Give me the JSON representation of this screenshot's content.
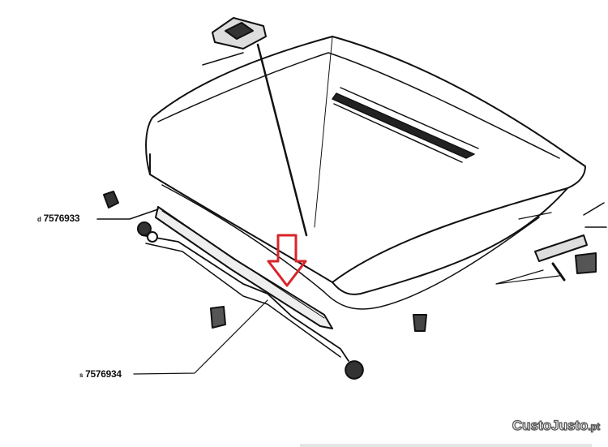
{
  "parts": [
    {
      "prefix": "d",
      "number": "7576933"
    },
    {
      "prefix": "s",
      "number": "7576934"
    }
  ],
  "watermark": {
    "brand": "CustoJusto",
    "suffix": ".pt"
  },
  "colors": {
    "arrow": "#d9232a",
    "line": "#111111"
  }
}
